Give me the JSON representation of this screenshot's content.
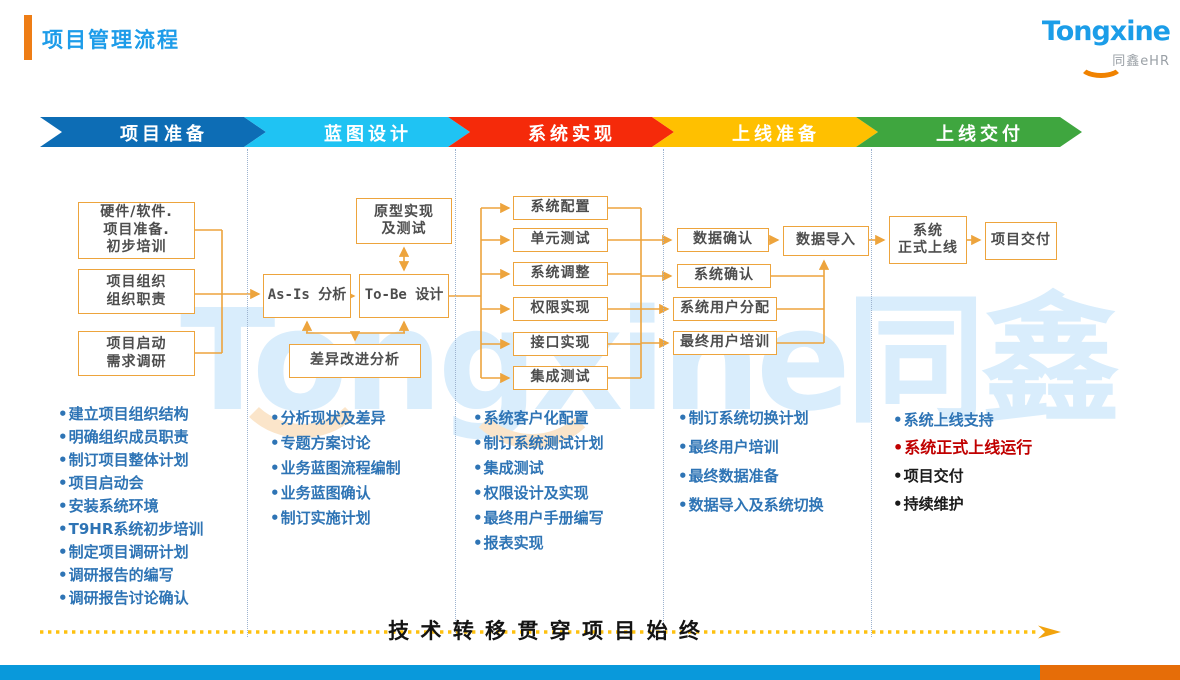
{
  "header": {
    "title": "项目管理流程"
  },
  "logo": {
    "brand": "Tongxine",
    "sub": "同鑫eHR"
  },
  "watermark": {
    "text": "Tongxine同鑫"
  },
  "phases": [
    {
      "label": "项目准备",
      "color": "#0d6db5",
      "bullets": [
        {
          "text": "建立项目组织结构"
        },
        {
          "text": "明确组织成员职责"
        },
        {
          "text": "制订项目整体计划"
        },
        {
          "text": "项目启动会"
        },
        {
          "text": "安装系统环境"
        },
        {
          "text": "T9HR系统初步培训"
        },
        {
          "text": "制定项目调研计划"
        },
        {
          "text": "调研报告的编写"
        },
        {
          "text": "调研报告讨论确认"
        }
      ]
    },
    {
      "label": "蓝图设计",
      "color": "#1fc3f3",
      "bullets": [
        {
          "text": "分析现状及差异"
        },
        {
          "text": "专题方案讨论"
        },
        {
          "text": "业务蓝图流程编制"
        },
        {
          "text": "业务蓝图确认"
        },
        {
          "text": "制订实施计划"
        }
      ]
    },
    {
      "label": "系统实现",
      "color": "#f52a0a",
      "bullets": [
        {
          "text": "系统客户化配置"
        },
        {
          "text": "制订系统测试计划"
        },
        {
          "text": "集成测试"
        },
        {
          "text": "权限设计及实现"
        },
        {
          "text": "最终用户手册编写"
        },
        {
          "text": "报表实现"
        }
      ]
    },
    {
      "label": "上线准备",
      "color": "#ffc000",
      "bullets": [
        {
          "text": "制订系统切换计划"
        },
        {
          "text": "最终用户培训"
        },
        {
          "text": "最终数据准备"
        },
        {
          "text": "数据导入及系统切换"
        }
      ]
    },
    {
      "label": "上线交付",
      "color": "#3fa63f",
      "bullets": [
        {
          "text": "系统上线支持",
          "style": "blue"
        },
        {
          "text": "系统正式上线运行",
          "style": "red"
        },
        {
          "text": "项目交付",
          "style": "dark"
        },
        {
          "text": "持续维护",
          "style": "dark"
        }
      ]
    }
  ],
  "flow": {
    "prepare": {
      "box1": [
        "硬件/软件.",
        "项目准备.",
        "初步培训"
      ],
      "box2": [
        "项目组织",
        "组织职责"
      ],
      "box3": [
        "项目启动",
        "需求调研"
      ]
    },
    "blueprint": {
      "proto": [
        "原型实现",
        "及测试"
      ],
      "asis": "As-Is 分析",
      "tobe": "To-Be 设计",
      "gap": "差异改进分析"
    },
    "implement": {
      "box1": "系统配置",
      "box2": "单元测试",
      "box3": "系统调整",
      "box4": "权限实现",
      "box5": "接口实现",
      "box6": "集成测试"
    },
    "golivePrep": {
      "dataConfirm": "数据确认",
      "dataImport": "数据导入",
      "sysConfirm": "系统确认",
      "userAssign": "系统用户分配",
      "userTraining": "最终用户培训"
    },
    "delivery": {
      "golive": [
        "系统",
        "正式上线"
      ],
      "deliver": "项目交付"
    }
  },
  "footer": {
    "banner": "技 术 转 移 贯 穿 项 目 始 终"
  },
  "colors": {
    "titleBlue": "#1d9ce9",
    "accentOrange": "#ee7d15",
    "boxBorder": "#eda43d",
    "bulletBlue": "#2e74b5",
    "highlightRed": "#c00000",
    "footerBarBlue": "#0999db",
    "footerBarOrange": "#e66d08",
    "dottedLine": "#fec110"
  }
}
